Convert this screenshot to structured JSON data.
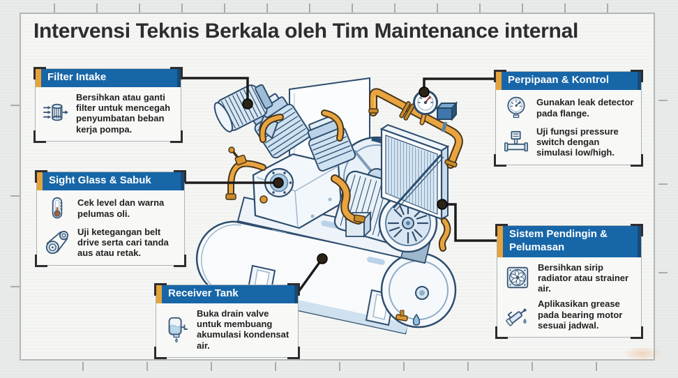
{
  "title": "Intervensi Teknis Berkala oleh Tim Maintenance internal",
  "callouts": [
    {
      "id": "filter-intake",
      "title": "Filter Intake",
      "items": [
        {
          "icon": "filter-icon",
          "text": "Bersihkan atau ganti filter untuk mencegah penyumbatan beban kerja pompa."
        }
      ]
    },
    {
      "id": "sight-glass-sabuk",
      "title": "Sight Glass & Sabuk",
      "items": [
        {
          "icon": "sight-glass-icon",
          "text": "Cek level dan warna pelumas oli."
        },
        {
          "icon": "belt-pulley-icon",
          "text": "Uji ketegangan belt drive serta cari tanda aus atau retak."
        }
      ]
    },
    {
      "id": "receiver-tank",
      "title": "Receiver Tank",
      "items": [
        {
          "icon": "drain-tank-icon",
          "text": "Buka drain valve untuk membuang akumulasi kondensat air."
        }
      ]
    },
    {
      "id": "perpipaan-kontrol",
      "title": "Perpipaan & Kontrol",
      "items": [
        {
          "icon": "pressure-gauge-icon",
          "text": "Gunakan leak detector pada flange."
        },
        {
          "icon": "pressure-switch-icon",
          "text": "Uji fungsi pressure switch dengan simulasi low/high."
        }
      ]
    },
    {
      "id": "sistem-pendingin-pelumasan",
      "title": "Sistem Pendingin & Pelumasan",
      "items": [
        {
          "icon": "radiator-fan-icon",
          "text": "Bersihkan sirip radiator atau strainer air."
        },
        {
          "icon": "grease-gun-icon",
          "text": "Aplikasikan grease pada bearing motor sesuai jadwal."
        }
      ]
    }
  ],
  "illustration_subject": "air compressor isometric technical drawing",
  "colors": {
    "header_blue": "#1766a8",
    "header_blue_dark": "#164a77",
    "accent_orange": "#e7a33b",
    "pipe_orange": "#e9a440",
    "drawing_line_blue": "#2e4d6d",
    "frame_gray": "#b3b7b5",
    "connector_black": "#1c1c1c"
  }
}
